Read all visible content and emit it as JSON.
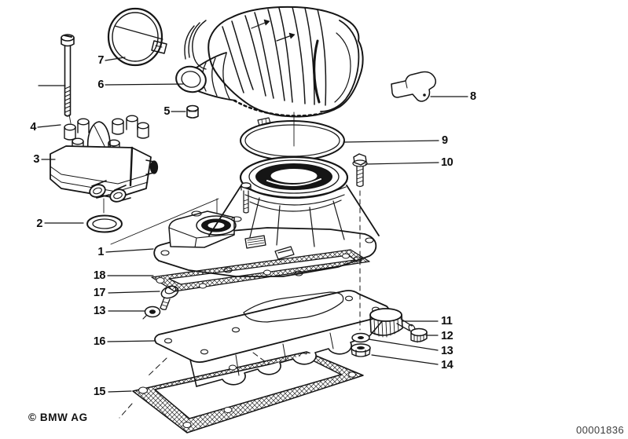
{
  "meta": {
    "copyright": "© BMW AG",
    "doc_number": "00001836"
  },
  "callouts": {
    "c1": "1",
    "c2": "2",
    "c3": "3",
    "c4": "4",
    "c5": "5",
    "c6": "6",
    "c7": "7",
    "c8": "8",
    "c9": "9",
    "c10": "10",
    "c11": "11",
    "c12": "12",
    "c13_left": "13",
    "c13_right": "13",
    "c14": "14",
    "c15": "15",
    "c16": "16",
    "c17": "17",
    "c18": "18"
  }
}
